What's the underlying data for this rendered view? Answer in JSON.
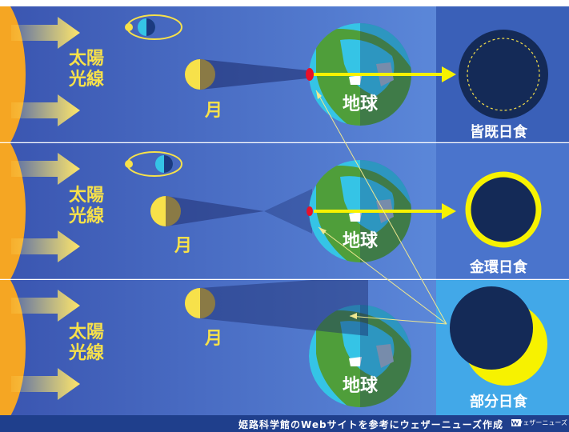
{
  "panels": [
    {
      "sun_label_1": "太陽",
      "sun_label_2": "光線",
      "moon_label": "月",
      "earth_label": "地球",
      "eclipse_label": "皆既日食"
    },
    {
      "sun_label_1": "太陽",
      "sun_label_2": "光線",
      "moon_label": "月",
      "earth_label": "地球",
      "eclipse_label": "金環日食"
    },
    {
      "sun_label_1": "太陽",
      "sun_label_2": "光線",
      "moon_label": "月",
      "earth_label": "地球",
      "eclipse_label": "部分日食"
    }
  ],
  "footer": {
    "credit": "姫路科学館のWebサイトを参考にウェザーニューズ作成",
    "brand": "ウェザーニューズ"
  },
  "colors": {
    "panel_bg_left": "#3d57b3",
    "panel_bg_right": "#5a86d8",
    "sun": "#f5a623",
    "arrow": "#fde56a",
    "moon_lit": "#f7e14a",
    "moon_dark": "#8a7a45",
    "earth_ocean": "#35c4e6",
    "earth_land": "#4f9e3a",
    "label_text": "#f7e14a",
    "eclipse_disc": "#142a57",
    "ring": "#f7f200",
    "footer_bg": "#1f3f8c"
  }
}
